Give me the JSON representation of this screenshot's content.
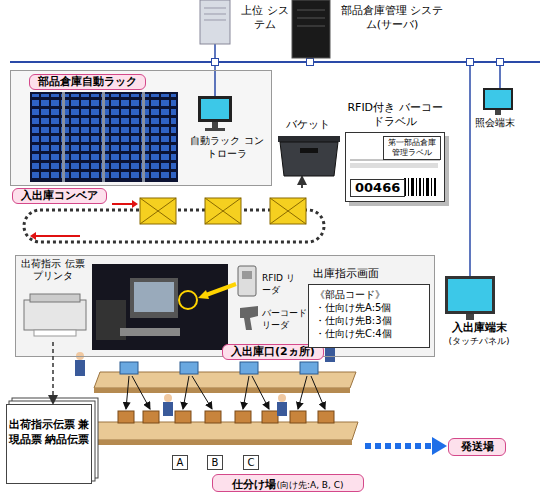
{
  "diagram": {
    "nodes": [
      {
        "text": [
          "上位 システム"
        ]
      },
      {
        "text": [
          "部品倉庫管理 システム(サーバ)"
        ]
      },
      {
        "text": [
          "部品倉庫自動ラック"
        ]
      },
      {
        "text": [
          "自動ラック コントローラ"
        ],
        "in": 2
      },
      {
        "text": [
          "バケット"
        ]
      },
      {
        "text": [
          "RFID付き バーコードラベル",
          "第一部品倉庫 管理ラベル",
          "00466"
        ]
      },
      {
        "text": [
          "照会端末"
        ]
      },
      {
        "text": [
          "入出庫コンベア"
        ]
      },
      {
        "text": [
          "入出庫口(2ヵ所)"
        ]
      },
      {
        "text": [
          "出荷指示 伝票プリンタ"
        ],
        "in": 8
      },
      {
        "text": [
          "RFID リーダ"
        ],
        "in": 8
      },
      {
        "text": [
          "バーコード リーダ"
        ],
        "in": 8
      },
      {
        "text": [
          "出庫指示画面",
          "《部品コード》",
          "・仕向け先A:5個",
          "・仕向け先B:3個",
          "・仕向け先C:4個"
        ],
        "in": 8
      },
      {
        "text": [
          "入出庫端末",
          "(タッチパネル)"
        ]
      },
      {
        "text": [
          "出荷指示伝票 兼 現品票 納品伝票"
        ]
      },
      {
        "text": [
          "仕分け場",
          "(向け先:A, B, C)"
        ]
      },
      {
        "text": [
          "A"
        ]
      },
      {
        "text": [
          "B"
        ]
      },
      {
        "text": [
          "C"
        ]
      },
      {
        "text": [
          "発送場"
        ]
      }
    ],
    "edges": [
      {
        "from": 7,
        "to": 4,
        "arrow": "to"
      },
      {
        "from": 9,
        "to": 14,
        "arrow": "to"
      }
    ]
  }
}
